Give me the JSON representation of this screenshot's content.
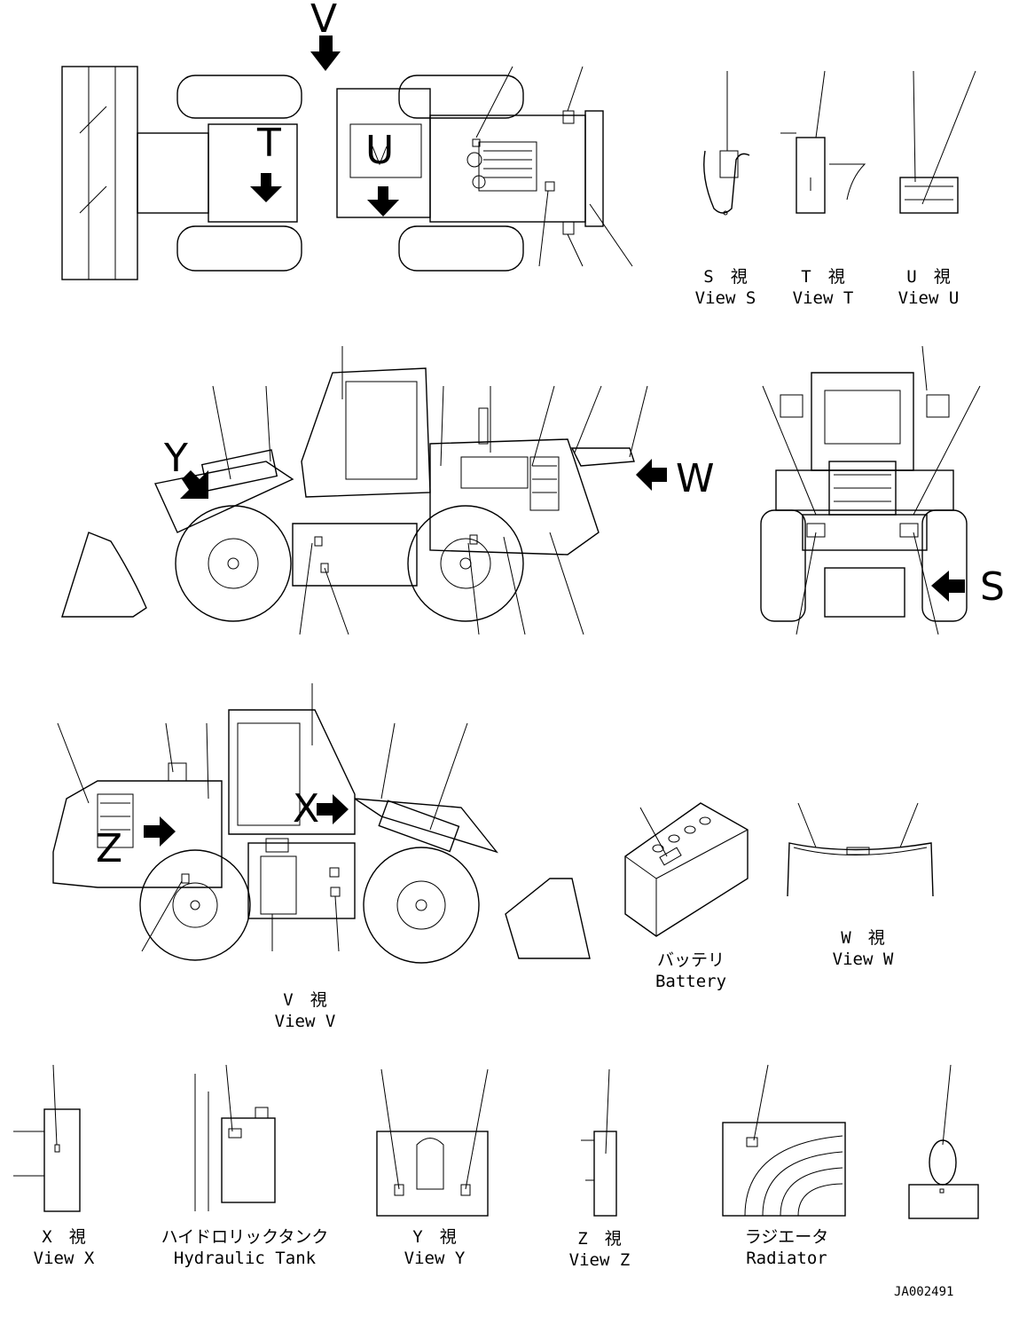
{
  "letters": {
    "V": "V",
    "T": "T",
    "U": "U",
    "Y": "Y",
    "W": "W",
    "S": "S",
    "X": "X",
    "Z": "Z"
  },
  "views": {
    "s": {
      "jp": "S　視",
      "en": "View S"
    },
    "t": {
      "jp": "T　視",
      "en": "View T"
    },
    "u": {
      "jp": "U　視",
      "en": "View U"
    },
    "v": {
      "jp": "V　視",
      "en": "View V"
    },
    "w": {
      "jp": "W　視",
      "en": "View W"
    },
    "x": {
      "jp": "X　視",
      "en": "View X"
    },
    "y": {
      "jp": "Y　視",
      "en": "View Y"
    },
    "z": {
      "jp": "Z　視",
      "en": "View Z"
    }
  },
  "battery": {
    "jp": "バッテリ",
    "en": "Battery"
  },
  "hydraulic_tank": {
    "jp": "ハイドロリックタンク",
    "en": "Hydraulic Tank"
  },
  "radiator": {
    "jp": "ラジエータ",
    "en": "Radiator"
  },
  "drawing_code": "JA002491"
}
